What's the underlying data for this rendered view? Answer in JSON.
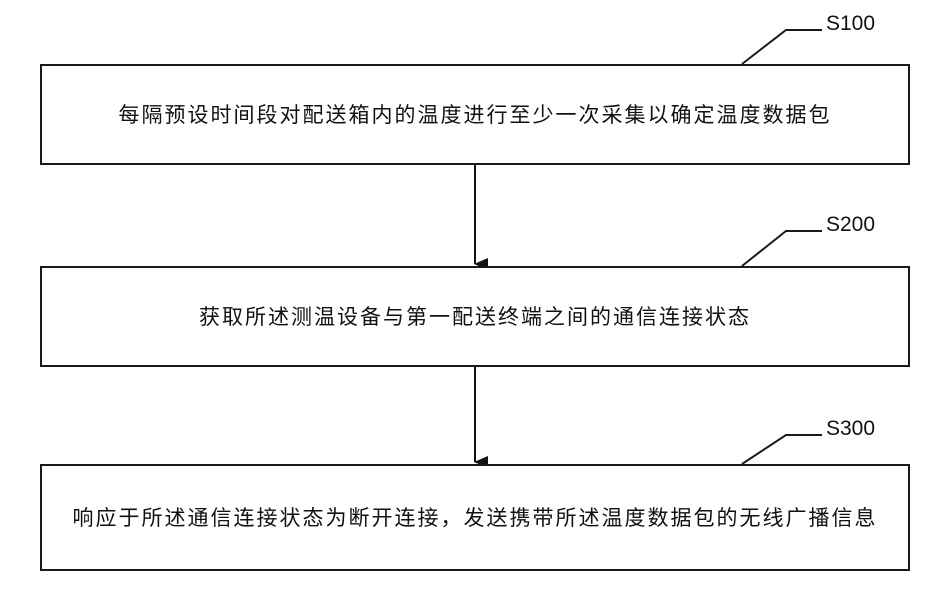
{
  "steps": [
    {
      "id": "S100",
      "text": "每隔预设时间段对配送箱内的温度进行至少一次采集以确定温度数据包"
    },
    {
      "id": "S200",
      "text": "获取所述测温设备与第一配送终端之间的通信连接状态"
    },
    {
      "id": "S300",
      "text": "响应于所述通信连接状态为断开连接，发送携带所述温度数据包的无线广播信息"
    }
  ]
}
